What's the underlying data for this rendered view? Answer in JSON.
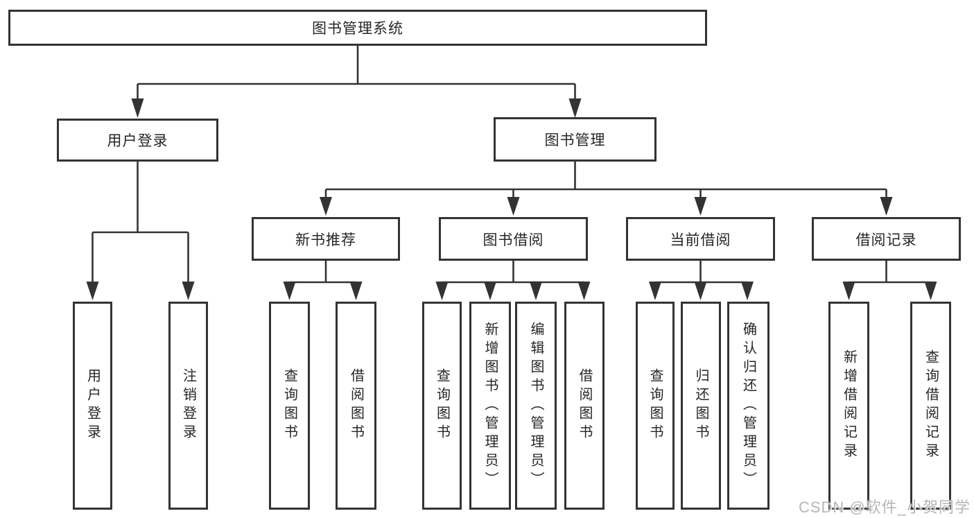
{
  "diagram_type": "hierarchy",
  "tree": {
    "label": "图书管理系统",
    "children": [
      {
        "label": "用户登录",
        "children": [
          {
            "label": "用户登录"
          },
          {
            "label": "注销登录"
          }
        ]
      },
      {
        "label": "图书管理",
        "children": [
          {
            "label": "新书推荐",
            "children": [
              {
                "label": "查询图书"
              },
              {
                "label": "借阅图书"
              }
            ]
          },
          {
            "label": "图书借阅",
            "children": [
              {
                "label": "查询图书"
              },
              {
                "label": "新增图书（管理员）"
              },
              {
                "label": "编辑图书（管理员）"
              },
              {
                "label": "借阅图书"
              }
            ]
          },
          {
            "label": "当前借阅",
            "children": [
              {
                "label": "查询图书"
              },
              {
                "label": "归还图书"
              },
              {
                "label": "确认归还（管理员）"
              }
            ]
          },
          {
            "label": "借阅记录",
            "children": [
              {
                "label": "新增借阅记录"
              },
              {
                "label": "查询借阅记录"
              }
            ]
          }
        ]
      }
    ]
  },
  "watermark": "CSDN @软件_小贺同学",
  "colors": {
    "line": "#333333",
    "box_border": "#333333",
    "text": "#262626",
    "background": "#ffffff",
    "watermark": "#b5b5b5"
  }
}
